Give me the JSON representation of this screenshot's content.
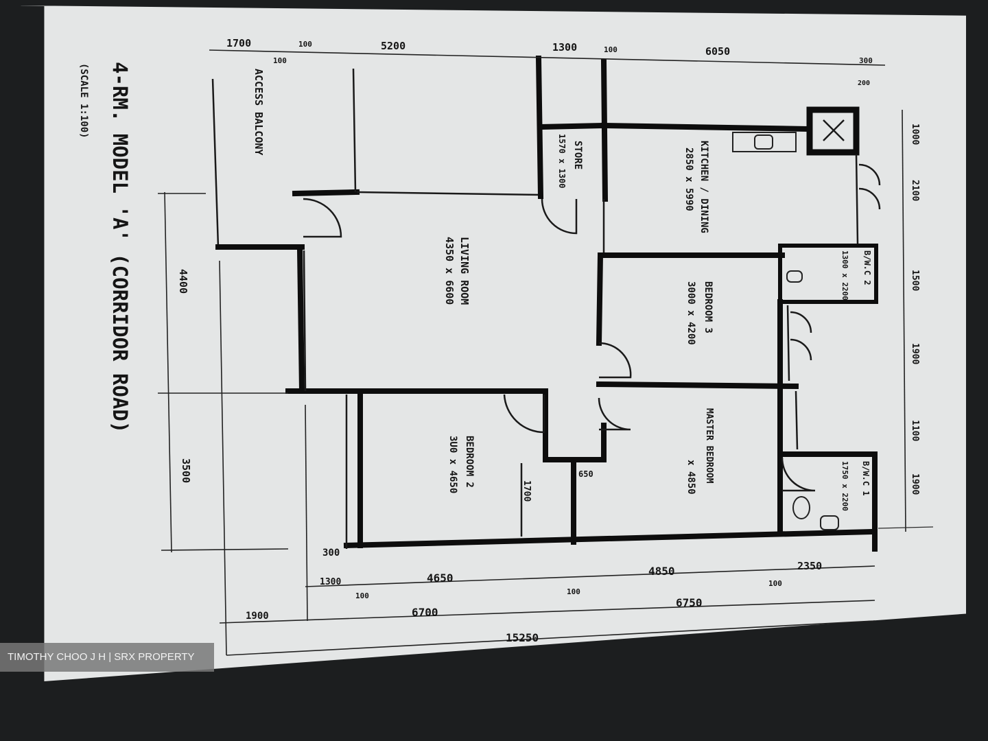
{
  "plan": {
    "title": "4-RM. MODEL 'A' (CORRIDOR ROAD)",
    "scale": "(SCALE 1:100)",
    "rooms": [
      {
        "name": "ACCESS BALCONY",
        "size": ""
      },
      {
        "name": "STORE",
        "size": "1570 x 1300"
      },
      {
        "name": "KITCHEN / DINING",
        "size": "2850 x 5990"
      },
      {
        "name": "LIVING ROOM",
        "size": "4350 x 6600"
      },
      {
        "name": "BEDROOM 3",
        "size": "3000 x 4200"
      },
      {
        "name": "B/W.C 2",
        "size": "1300 x 2200"
      },
      {
        "name": "BEDROOM 2",
        "size": "3U0 x 4650"
      },
      {
        "name": "MASTER BEDROOM",
        "size": "x 4850"
      },
      {
        "name": "B/W.C 1",
        "size": "1750 x 2200"
      }
    ],
    "dims_top": [
      "1700",
      "100",
      "5200",
      "100",
      "1300",
      "100",
      "6050",
      "300",
      "200",
      "100"
    ],
    "dims_right": [
      "1000",
      "2100",
      "1500",
      "1900",
      "1100",
      "1900"
    ],
    "dims_left": [
      "4400",
      "3500"
    ],
    "dims_bottom_row1": [
      "300",
      "1300",
      "100",
      "4650",
      "100",
      "4850",
      "100",
      "2350"
    ],
    "dims_bottom_row2": [
      "1900",
      "6700",
      "6750"
    ],
    "dims_total": "15250",
    "inner_dims": [
      "1700",
      "650"
    ]
  },
  "watermark": "TIMOTHY CHOO J H | SRX PROPERTY"
}
